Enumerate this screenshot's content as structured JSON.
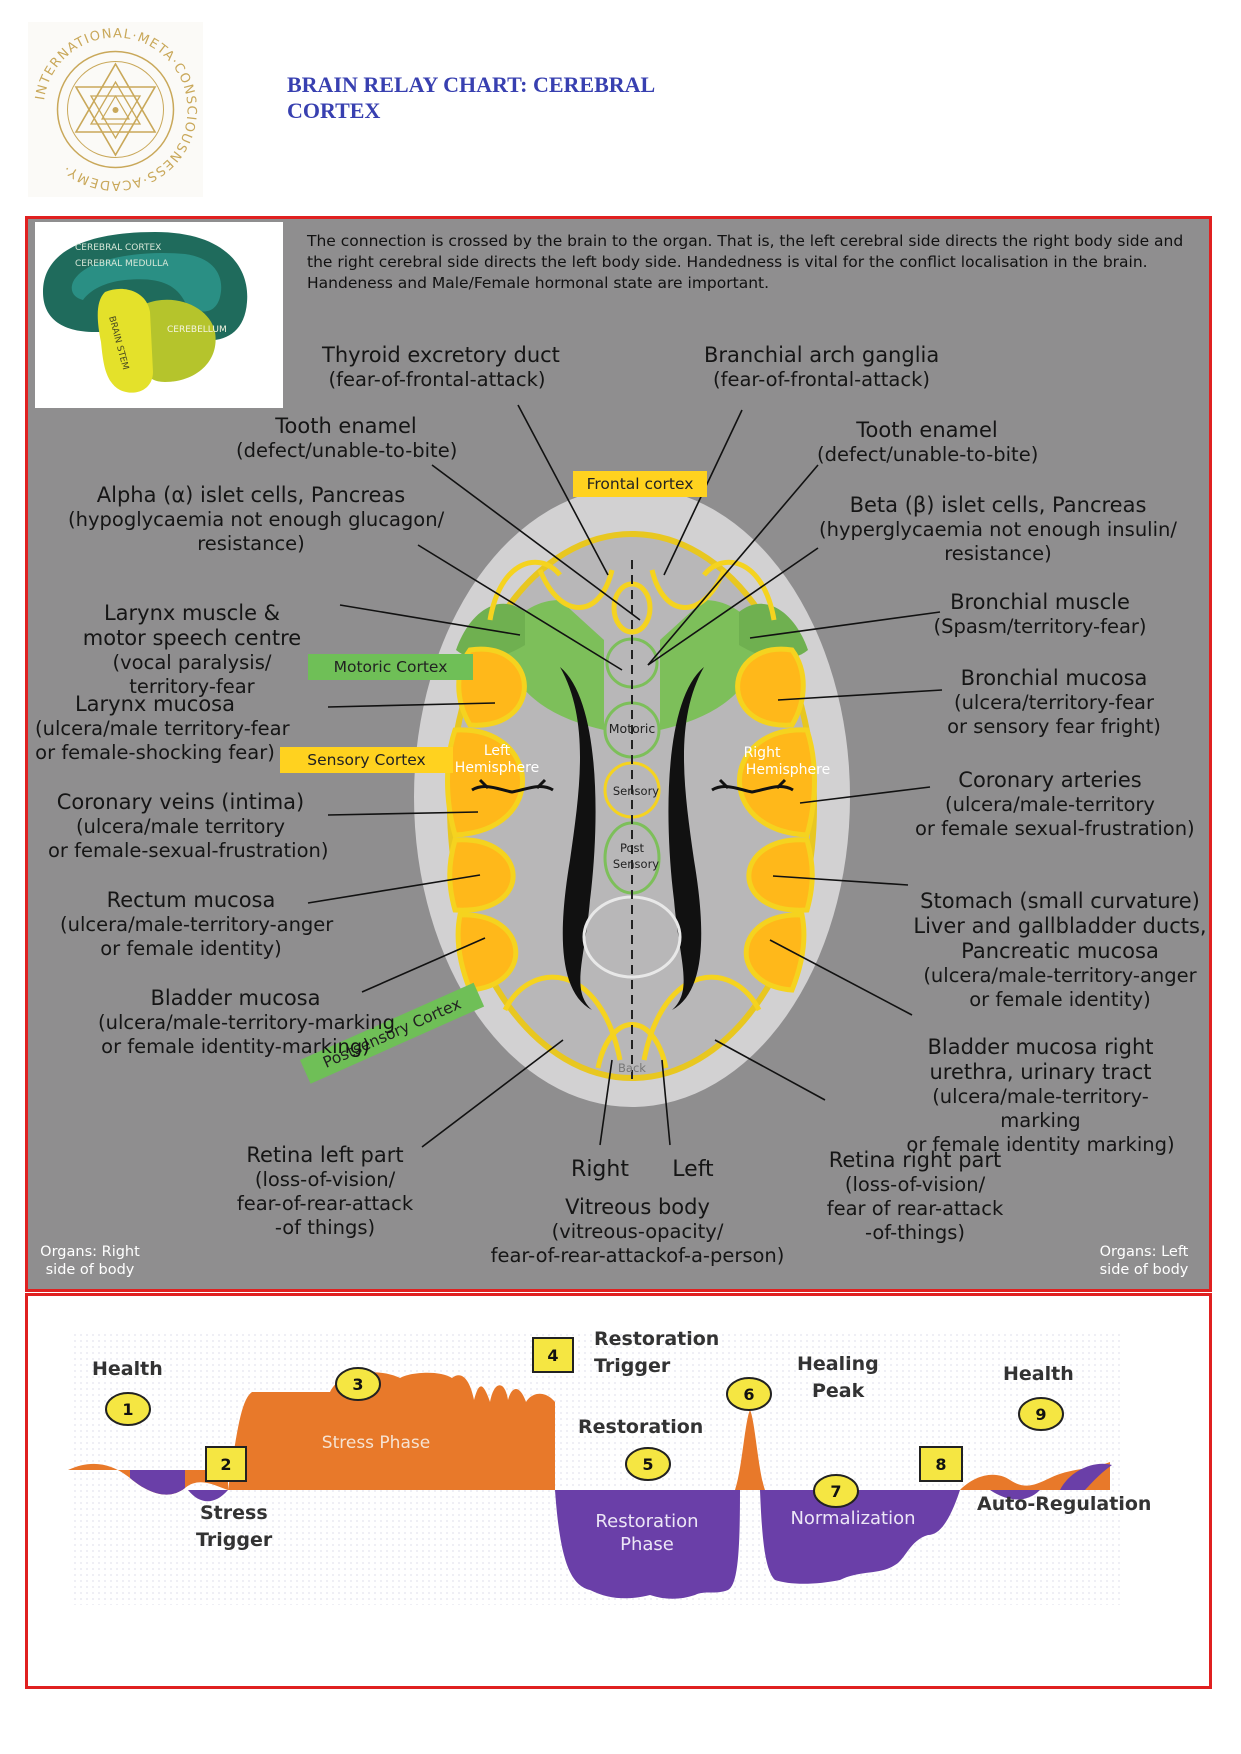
{
  "logo": {
    "text": "INTERNATIONAL·META·CONSCIOUSNESS·ACADEMY·",
    "color": "#c9a85a"
  },
  "title": "BRAIN RELAY CHART: CEREBRAL CORTEX",
  "inset": {
    "cortex": "CEREBRAL CORTEX",
    "medulla": "CEREBRAL MEDULLA",
    "stem": "BRAIN STEM",
    "cerebellum": "CEREBELLUM"
  },
  "intro": "The connection is crossed by the brain to the organ. That is, the left cerebral side directs the right body side and the right cerebral side directs the left body side. Handedness is vital for the conflict localisation in the brain. Handeness and Male/Female hormonal state are important.",
  "tags": {
    "frontal": "Frontal cortex",
    "motoric_cortex": "Motoric Cortex",
    "sensory_cortex": "Sensory Cortex",
    "postsensory_cortex": "Postsensory Cortex"
  },
  "brain_labels": {
    "motoric": "Motoric",
    "sensory": "Sensory",
    "post": "Post",
    "post_sensory": "Sensory",
    "back": "Back",
    "left_hemisphere_1": "Left",
    "left_hemisphere_2": "Hemisphere",
    "right_hemisphere_1": "Right",
    "right_hemisphere_2": "Hemisphere"
  },
  "labels": [
    {
      "title": "Thyroid excretory duct",
      "lines": [
        "(fear-of-frontal-attack)"
      ]
    },
    {
      "title": "Branchial arch ganglia",
      "lines": [
        "(fear-of-frontal-attack)"
      ]
    },
    {
      "title": "Tooth enamel",
      "lines": [
        "(defect/unable-to-bite)"
      ]
    },
    {
      "title": "Tooth enamel",
      "lines": [
        "(defect/unable-to-bite)"
      ]
    },
    {
      "title": "Alpha (α) islet cells, Pancreas",
      "lines": [
        "(hypoglycaemia not enough glucagon/",
        "resistance)"
      ]
    },
    {
      "title": "Beta (β) islet cells, Pancreas",
      "lines": [
        "(hyperglycaemia not enough insulin/",
        "resistance)"
      ]
    },
    {
      "title": "Larynx muscle &\nmotor speech centre",
      "lines": [
        "(vocal paralysis/",
        "territory-fear"
      ]
    },
    {
      "title": "Bronchial muscle",
      "lines": [
        "(Spasm/territory-fear)"
      ]
    },
    {
      "title": "Larynx mucosa",
      "lines": [
        "(ulcera/male territory-fear",
        "or female-shocking fear)"
      ]
    },
    {
      "title": "Bronchial mucosa",
      "lines": [
        "(ulcera/territory-fear",
        "or sensory fear fright)"
      ]
    },
    {
      "title": "Coronary veins (intima)",
      "lines": [
        "(ulcera/male territory",
        "or female-sexual-frustration)"
      ]
    },
    {
      "title": "Coronary arteries",
      "lines": [
        "(ulcera/male-territory",
        "or female sexual-frustration)"
      ]
    },
    {
      "title": "Rectum mucosa",
      "lines": [
        "(ulcera/male-territory-anger",
        "or female identity)"
      ]
    },
    {
      "title": "Stomach (small curvature)\nLiver and gallbladder ducts,\nPancreatic mucosa",
      "lines": [
        "(ulcera/male-territory-anger",
        "or female identity)"
      ]
    },
    {
      "title": "Bladder mucosa",
      "lines": [
        "(ulcera/male-territory-marking",
        "or female identity-marking)"
      ]
    },
    {
      "title": "Bladder mucosa right\nurethra, urinary tract",
      "lines": [
        "(ulcera/male-territory-marking",
        "or female identity marking)"
      ]
    },
    {
      "title": "Retina left part",
      "lines": [
        "(loss-of-vision/",
        "fear-of-rear-attack",
        "-of things)"
      ]
    },
    {
      "title": "Retina right part",
      "lines": [
        "(loss-of-vision/",
        "fear of rear-attack",
        "-of-things)"
      ]
    },
    {
      "title": "Vitreous body",
      "lines": [
        "(vitreous-opacity/",
        "fear-of-rear-attackof-a-person)"
      ]
    }
  ],
  "right_word": "Right",
  "left_word": "Left",
  "corner_left": [
    "Organs: Right",
    "side of body"
  ],
  "corner_right": [
    "Organs: Left",
    "side of body"
  ],
  "phase_chart": {
    "colors": {
      "stress": "#e8792a",
      "restoration": "#6a3fa8",
      "badge": "#f5e642"
    },
    "health_left": "Health",
    "health_right": "Health",
    "stress_trigger_1": "Stress",
    "stress_trigger_2": "Trigger",
    "stress_phase": "Stress Phase",
    "restoration_trigger_1": "Restoration",
    "restoration_trigger_2": "Trigger",
    "restoration": "Restoration",
    "restoration_phase_1": "Restoration",
    "restoration_phase_2": "Phase",
    "healing_peak_1": "Healing",
    "healing_peak_2": "Peak",
    "normalization": "Normalization",
    "auto_regulation": "Auto-Regulation",
    "badges": [
      "1",
      "2",
      "3",
      "4",
      "5",
      "6",
      "7",
      "8",
      "9"
    ]
  }
}
